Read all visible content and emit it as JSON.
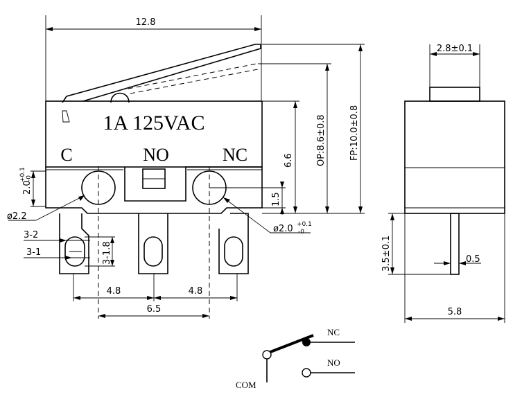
{
  "body": {
    "rating": "1A 125VAC",
    "terminal_c": "C",
    "terminal_no": "NO",
    "terminal_nc": "NC"
  },
  "dimensions": {
    "width_total": "12.8",
    "pitch_left": "4.8",
    "pitch_right": "4.8",
    "span_65": "6.5",
    "height_66": "6.6",
    "op_height": "OP:8.6±0.8",
    "fp_height": "FP:10.0±0.8",
    "hole_offset": "1.5",
    "hole_dia_left": "ø2.2",
    "hole_dia_right_base": "ø2.0",
    "hole_dia_right_tol_upper": "+0.1",
    "hole_dia_right_tol_lower": "-0",
    "height_20_base": "2.0",
    "height_20_tol_upper": "+0.1",
    "height_20_tol_lower": "-0",
    "pin_3_2": "3-2",
    "pin_3_1": "3-1",
    "pin_3_18": "3-1.8",
    "actuator_width": "2.8±0.1",
    "side_width": "5.8",
    "pin_length": "3.5±0.1",
    "pin_thickness": "0.5"
  },
  "schematic": {
    "nc_label": "NC",
    "no_label": "NO",
    "com_label": "COM"
  }
}
